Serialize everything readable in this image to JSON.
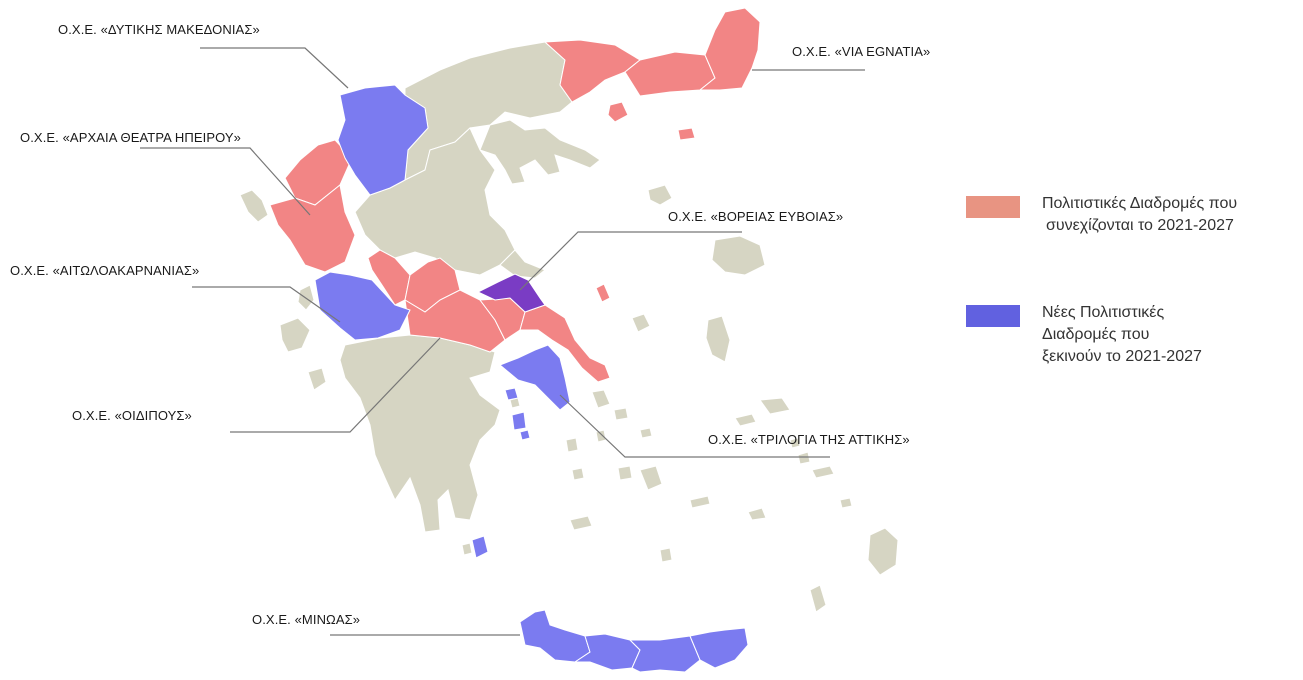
{
  "colors": {
    "land": "#d6d5c3",
    "continuing": "#f28585",
    "new": "#7b7bf0",
    "evia": "#7a3cc4",
    "line": "#777777",
    "border": "#ffffff"
  },
  "labels": {
    "dytikis_makedonias": "Ο.Χ.Ε. «ΔΥΤΙΚΗΣ ΜΑΚΕΔΟΝΙΑΣ»",
    "via_egnatia": "Ο.Χ.Ε. «VIA EGNATIA»",
    "archaia_theatra": "Ο.Χ.Ε. «ΑΡΧΑΙΑ ΘΕΑΤΡΑ ΗΠΕΙΡΟΥ»",
    "voreias_evoias": "Ο.Χ.Ε. «ΒΟΡΕΙΑΣ ΕΥΒΟΙΑΣ»",
    "aitoloakarnanias": "Ο.Χ.Ε. «ΑΙΤΩΛΟΑΚΑΡΝΑΝΙΑΣ»",
    "oidipous": "Ο.Χ.Ε. «ΟΙΔΙΠΟΥΣ»",
    "trilogia_attikis": "Ο.Χ.Ε. «ΤΡΙΛΟΓΙΑ ΤΗΣ ΑΤΤΙΚΗΣ»",
    "minoas": "Ο.Χ.Ε. «ΜΙΝΩΑΣ»"
  },
  "legend": {
    "continuing": {
      "line1": "Πολιτιστικές Διαδρομές που",
      "line2": "συνεχίζονται το 2021-2027"
    },
    "new": {
      "line1": "Νέες Πολιτιστικές",
      "line2": "Διαδρομές που",
      "line3": "ξεκινούν το 2021-2027"
    }
  }
}
